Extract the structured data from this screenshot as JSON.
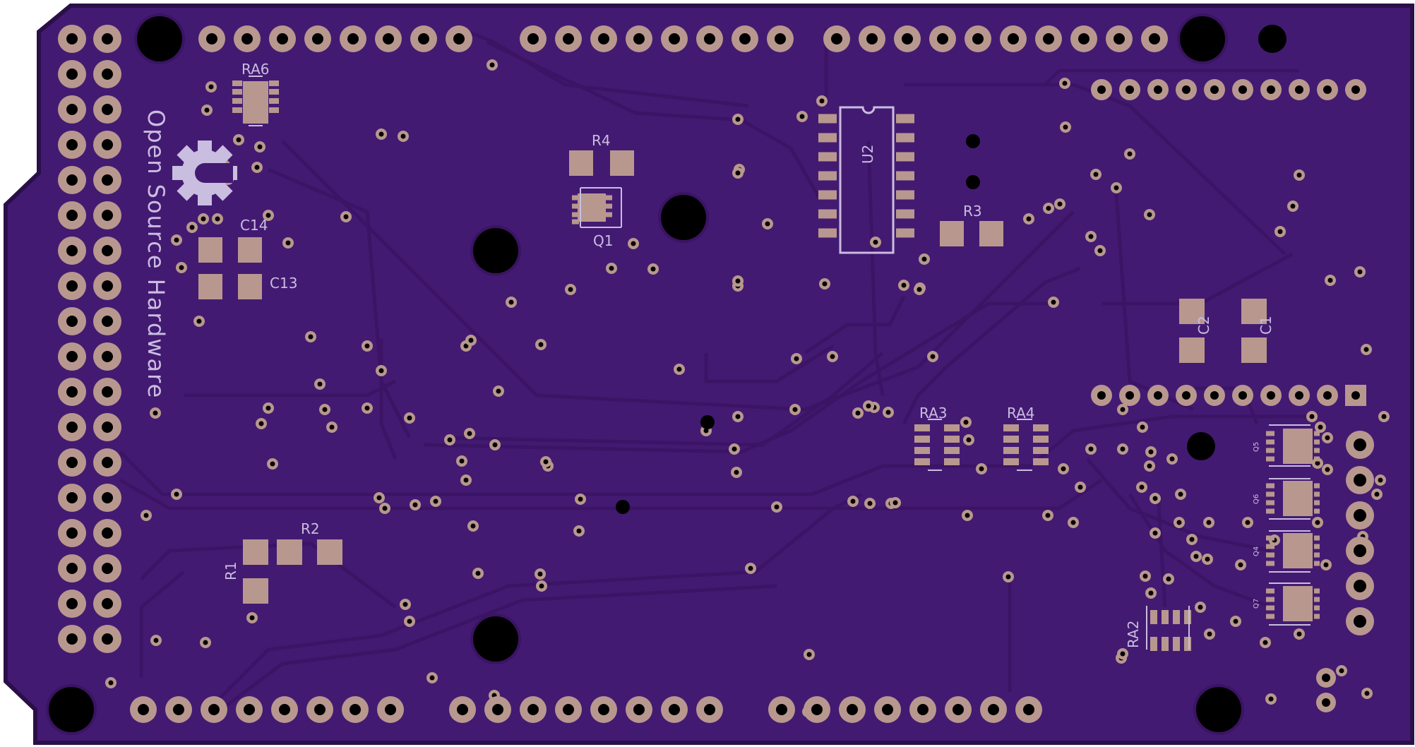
{
  "board": {
    "silkscreen_text": "Open Source Hardware",
    "logo_icon": "open-source-hardware-gear-icon",
    "colors": {
      "board_edge": "#2a0f48",
      "soldermask": "#431a72",
      "trace": "#3c1565",
      "pad": "#b8988e",
      "drill": "#000000",
      "silkscreen": "#c9bde0",
      "background": "#ffffff"
    }
  },
  "labels": {
    "RA6": "RA6",
    "R4": "R4",
    "Q1": "Q1",
    "U2": "U2",
    "R3": "R3",
    "C14": "C14",
    "C13": "C13",
    "C2": "C2",
    "C1": "C1",
    "RA3": "RA3",
    "RA4": "RA4",
    "R2": "R2",
    "R1": "R1",
    "RA2": "RA2",
    "Q5": "Q5",
    "Q6": "Q6",
    "Q4": "Q4",
    "Q7": "Q7"
  }
}
